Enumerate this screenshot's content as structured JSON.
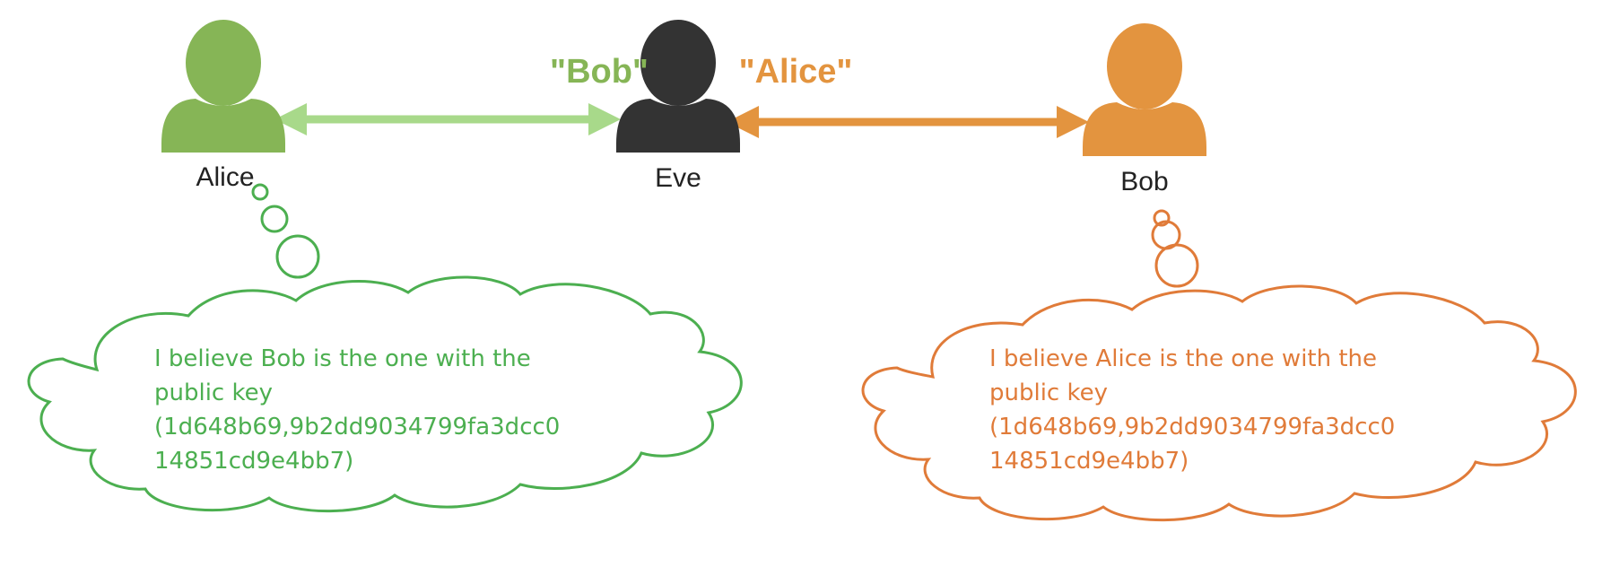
{
  "colors": {
    "alice": "#86b556",
    "alice_arrow": "#a8d98a",
    "eve": "#333333",
    "bob": "#e3943f",
    "alice_cloud": "#4caf50",
    "bob_cloud": "#e07b39",
    "label": "#222222"
  },
  "people": {
    "alice": {
      "name": "Alice",
      "icon": "person-icon"
    },
    "eve": {
      "name": "Eve",
      "icon": "person-icon"
    },
    "bob": {
      "name": "Bob",
      "icon": "person-icon"
    }
  },
  "aliases": {
    "eve_to_alice": "\"Bob\"",
    "eve_to_bob": "\"Alice\""
  },
  "thoughts": {
    "alice": {
      "lines": [
        "I believe Bob is the one with the",
        "public key",
        "(1d648b69,9b2dd9034799fa3dcc0",
        "14851cd9e4bb7)"
      ]
    },
    "bob": {
      "lines": [
        "I believe Alice is the one with the",
        "public key",
        "(1d648b69,9b2dd9034799fa3dcc0",
        "14851cd9e4bb7)"
      ]
    }
  }
}
